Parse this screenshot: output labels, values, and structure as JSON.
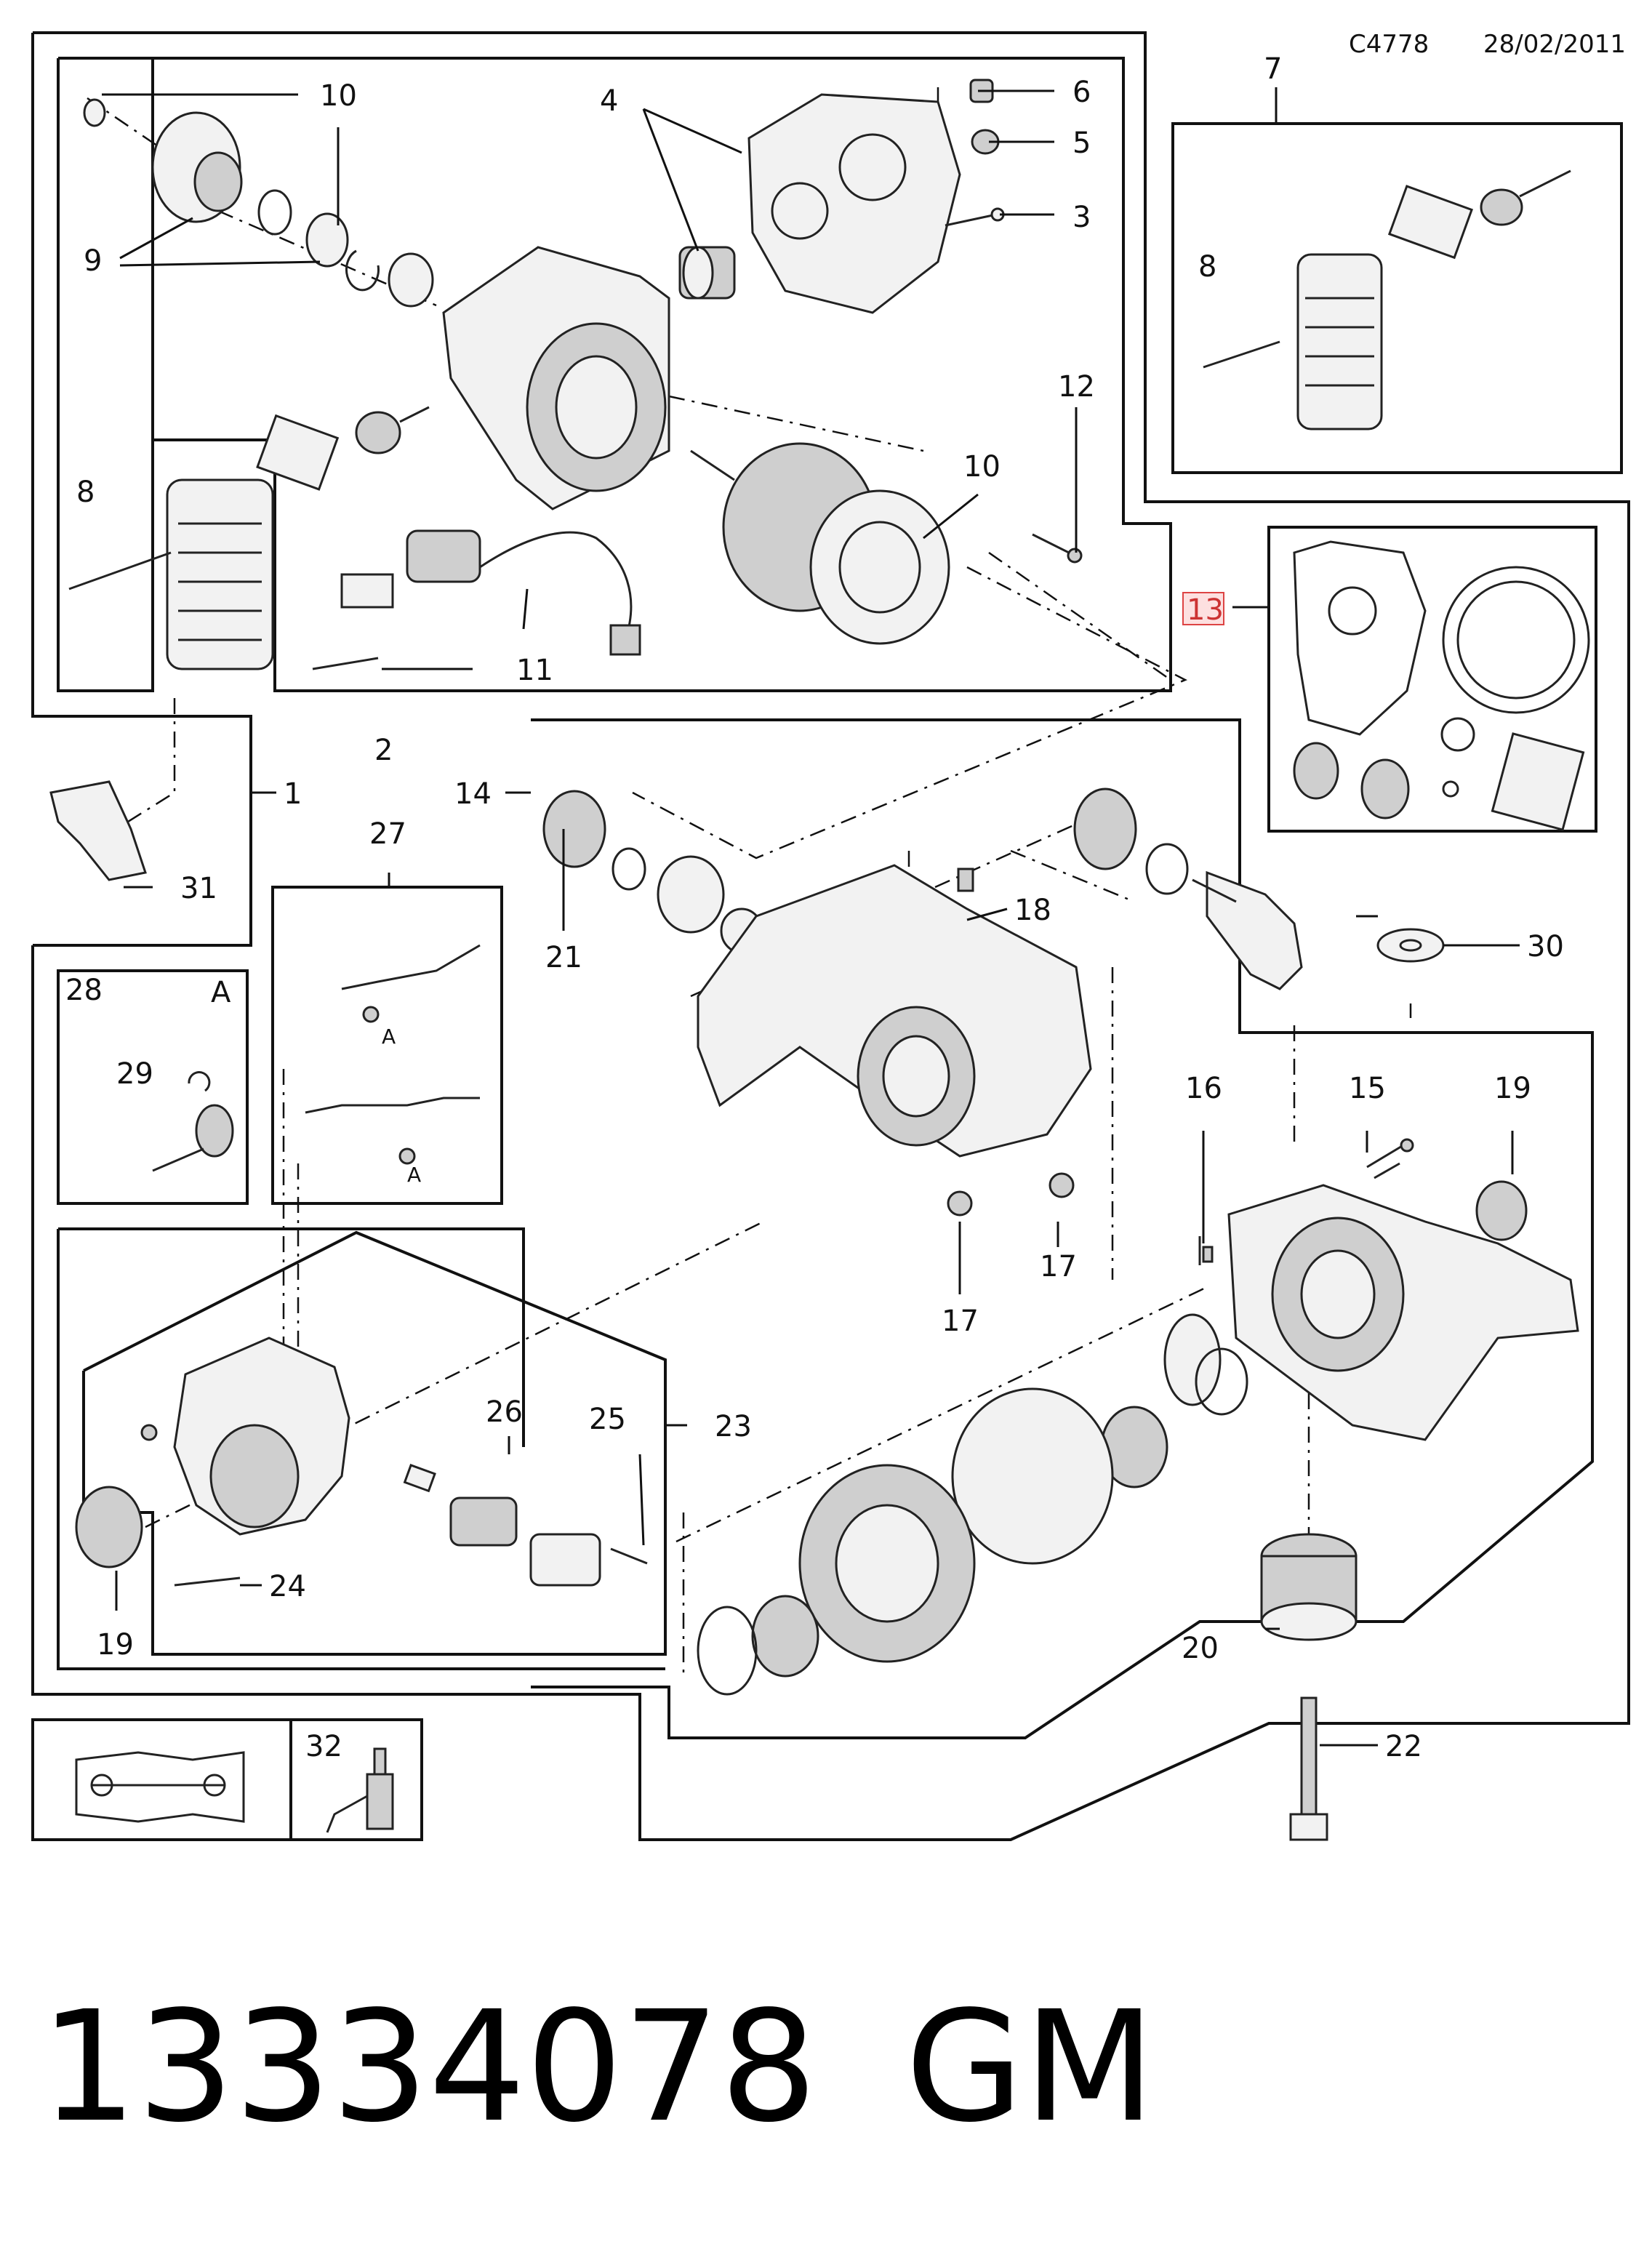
{
  "header": {
    "code": "C4778",
    "date": "28/02/2011"
  },
  "callouts": {
    "c1": "1",
    "c2": "2",
    "c3": "3",
    "c4": "4",
    "c5": "5",
    "c6": "6",
    "c7": "7",
    "c8a": "8",
    "c8b": "8",
    "c9": "9",
    "c10a": "10",
    "c10b": "10",
    "c11": "11",
    "c12": "12",
    "c13": "13",
    "c14": "14",
    "c15": "15",
    "c16": "16",
    "c17a": "17",
    "c17b": "17",
    "c18": "18",
    "c19a": "19",
    "c19b": "19",
    "c20": "20",
    "c21": "21",
    "c22": "22",
    "c23": "23",
    "c24": "24",
    "c25": "25",
    "c26": "26",
    "c27": "27",
    "c28": "28",
    "c29": "29",
    "c30": "30",
    "c31": "31",
    "c32": "32",
    "detailA_box": "A",
    "detailA_1": "A",
    "detailA_2": "A"
  },
  "footer": {
    "part_number": "13334078",
    "brand": "GM"
  },
  "icons": {
    "manual": "manual-wrench-icon",
    "lubricant": "lubricant-tube-icon"
  }
}
